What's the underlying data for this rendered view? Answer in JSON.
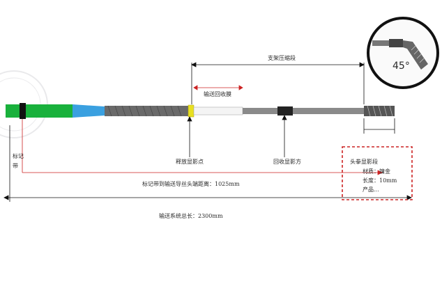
{
  "labels": {
    "marker_ring": "标记",
    "marker_ring_2": "带",
    "release_point": "释放显影点",
    "recovery_mark": "回收显影方",
    "head_section": "头拳显影段",
    "support_segment": "支架压缩段",
    "recovery_film": "输送回收膜",
    "marker_distance": "标记带到输送导丝头端距离：1025mm",
    "total_length": "输送系统总长：2300mm",
    "material": "材质：镍金",
    "length": "长度：10mm",
    "angle": "45°",
    "partial_text": "产品..."
  },
  "colors": {
    "dimension_line": "#111111",
    "highlight_box": "#cc2222",
    "sheath_green": "#19b13c",
    "sheath_blue": "#3aa0e0",
    "shaft_gray": "#6a6a6a",
    "release_band": "#e8e020"
  }
}
